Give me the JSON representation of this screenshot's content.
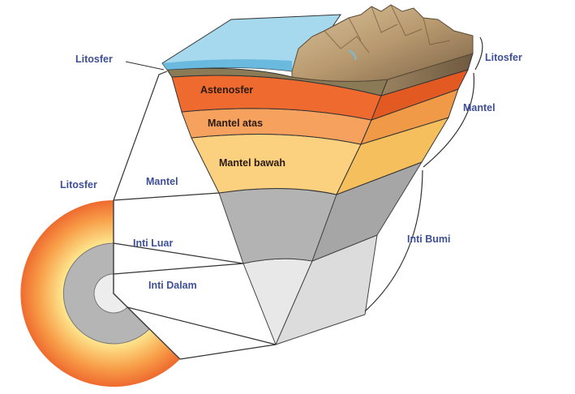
{
  "labels": {
    "litosfer_top_left": "Litosfer",
    "litosfer_left": "Litosfer",
    "mantel_left": "Mantel",
    "inti_luar": "Inti Luar",
    "inti_dalam": "Inti Dalam",
    "astenosfer": "Astenosfer",
    "mantel_atas": "Mantel atas",
    "mantel_bawah": "Mantel bawah",
    "litosfer_right": "Litosfer",
    "mantel_right": "Mantel",
    "inti_bumi": "Inti Bumi"
  },
  "colors": {
    "ocean": "#9fd3ea",
    "ocean_deep": "#63b7dd",
    "crust": "#8a7a55",
    "asthenosphere": "#ee6a2e",
    "upper_mantle": "#f6a25e",
    "lower_mantle": "#fbd07e",
    "outer_core": "#b3b3b3",
    "inner_core": "#e8e8e8",
    "mountain": "#b99a70",
    "label_text": "#3f4f97"
  }
}
